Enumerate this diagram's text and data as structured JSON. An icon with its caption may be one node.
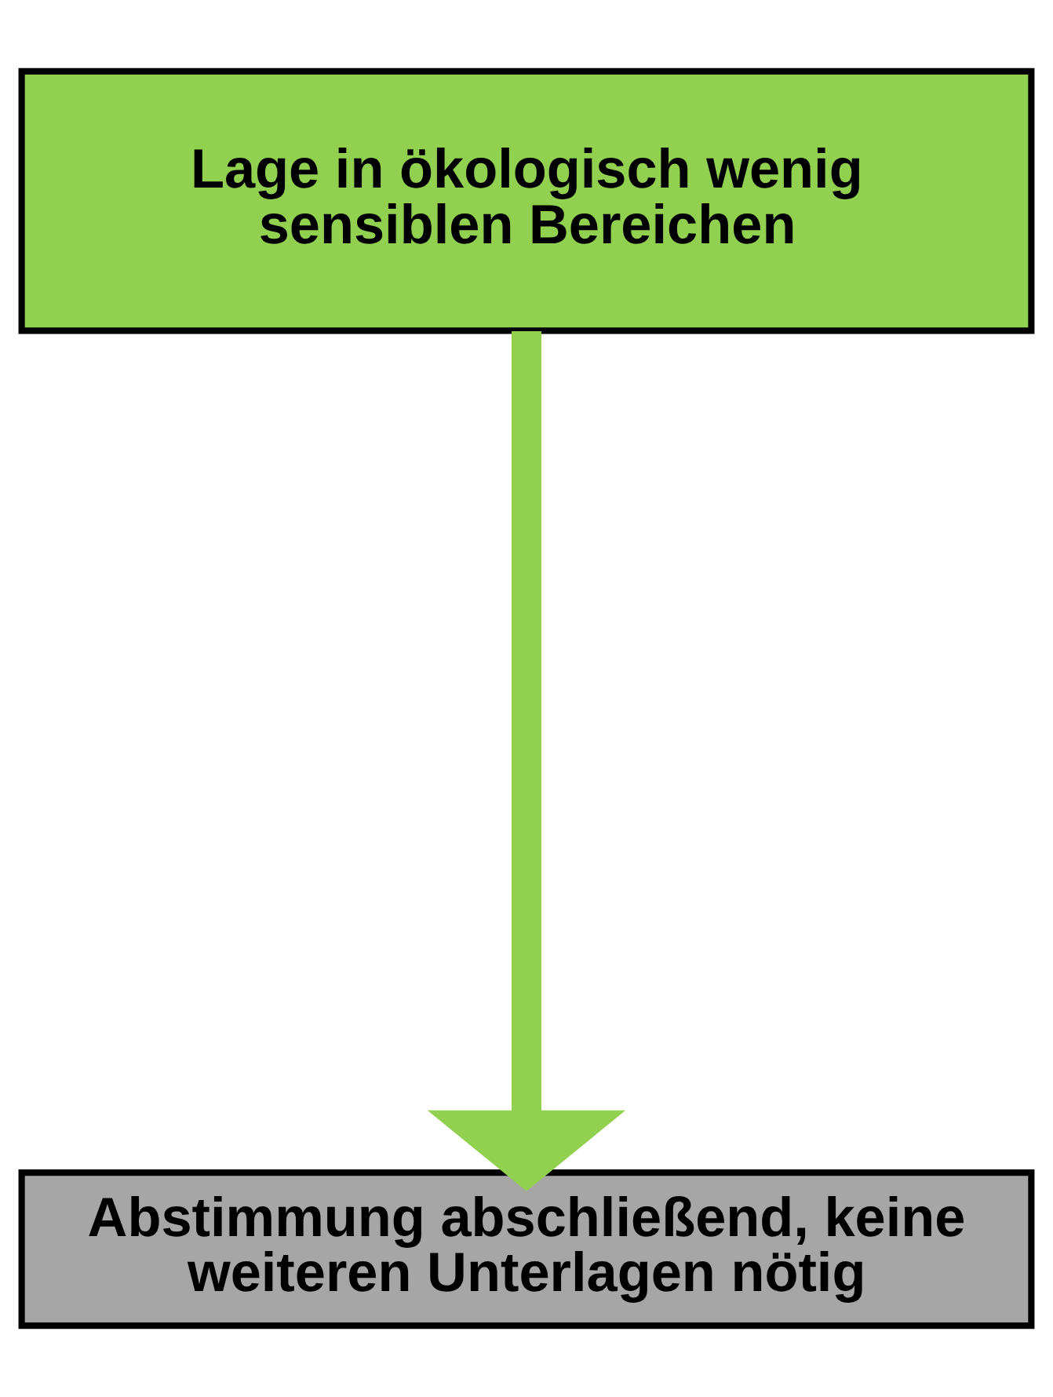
{
  "diagram": {
    "nodes": [
      {
        "text": [
          "Lage in ökologisch wenig sensiblen Bereichen"
        ]
      },
      {
        "text": [
          "Abstimmung abschließend, keine weiteren Unterlagen nötig"
        ]
      }
    ],
    "edges": [
      {
        "from": 0,
        "to": 1,
        "arrow": "to",
        "color": "#92d050"
      }
    ]
  }
}
